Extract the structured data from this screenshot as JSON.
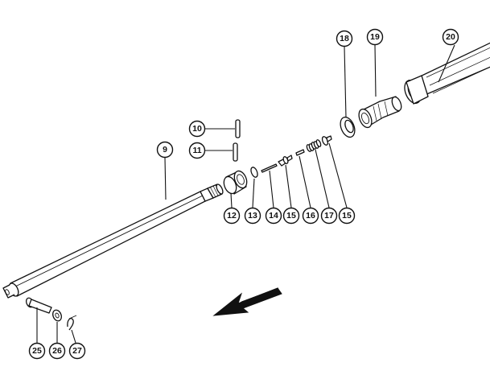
{
  "diagram": {
    "callouts": [
      {
        "id": "c18",
        "label": "18"
      },
      {
        "id": "c19",
        "label": "19"
      },
      {
        "id": "c20",
        "label": "20"
      },
      {
        "id": "c10",
        "label": "10"
      },
      {
        "id": "c11",
        "label": "11"
      },
      {
        "id": "c9",
        "label": "9"
      },
      {
        "id": "c12",
        "label": "12"
      },
      {
        "id": "c13",
        "label": "13"
      },
      {
        "id": "c14",
        "label": "14"
      },
      {
        "id": "c15a",
        "label": "15"
      },
      {
        "id": "c16",
        "label": "16"
      },
      {
        "id": "c17",
        "label": "17"
      },
      {
        "id": "c15b",
        "label": "15"
      },
      {
        "id": "c25",
        "label": "25"
      },
      {
        "id": "c26",
        "label": "26"
      },
      {
        "id": "c27",
        "label": "27"
      }
    ]
  }
}
